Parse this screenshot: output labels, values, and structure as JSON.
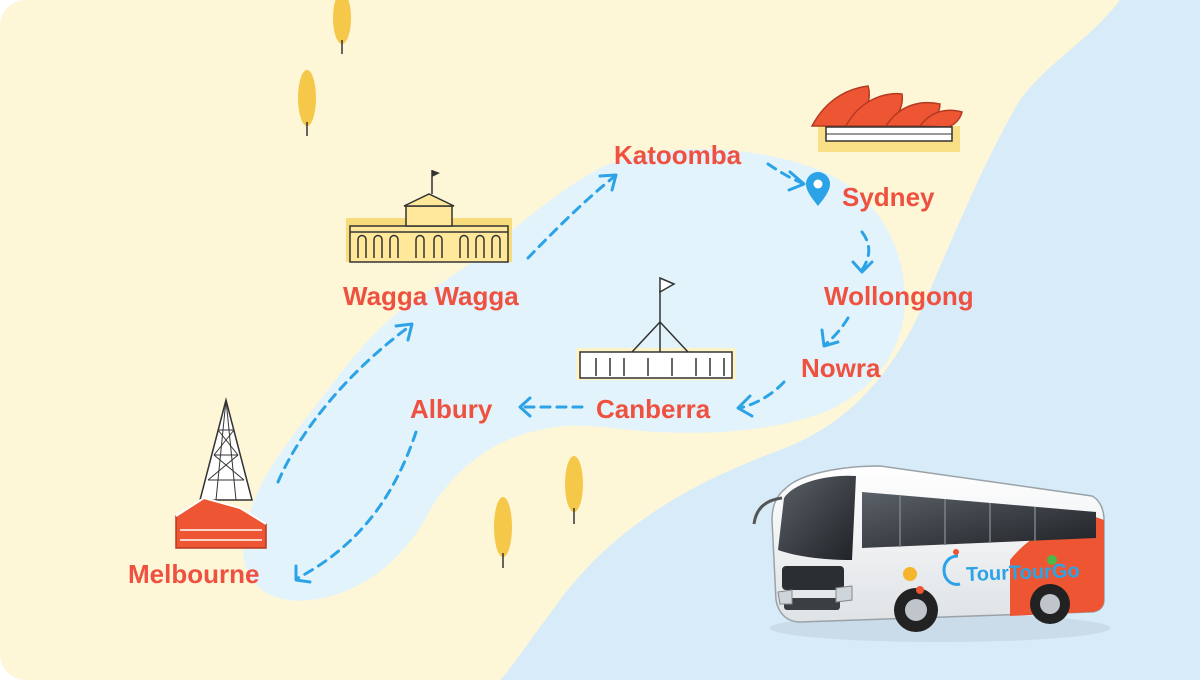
{
  "map": {
    "colors": {
      "land": "#fdf7d8",
      "sea": "#d7ebf8",
      "route_area": "#e3f3fb",
      "route": "#2ba3e6",
      "label": "#ef5140",
      "tree": "#f5c84a",
      "landmark_yellow": "#f8dc7c",
      "landmark_red": "#ee5532"
    },
    "cities": [
      {
        "id": "katoomba",
        "name": "Katoomba"
      },
      {
        "id": "sydney",
        "name": "Sydney"
      },
      {
        "id": "wagga",
        "name": "Wagga Wagga"
      },
      {
        "id": "wollongong",
        "name": "Wollongong"
      },
      {
        "id": "nowra",
        "name": "Nowra"
      },
      {
        "id": "albury",
        "name": "Albury"
      },
      {
        "id": "canberra",
        "name": "Canberra"
      },
      {
        "id": "melbourne",
        "name": "Melbourne"
      }
    ],
    "route_order": [
      "Melbourne",
      "Wagga Wagga",
      "Katoomba",
      "Sydney",
      "Wollongong",
      "Nowra",
      "Canberra",
      "Albury",
      "Melbourne"
    ],
    "icons": [
      "opera-house-icon",
      "parliament-house-icon",
      "capitol-building-icon",
      "arts-centre-spire-icon",
      "location-pin-icon",
      "tree-icon",
      "bus-icon"
    ],
    "bus": {
      "brand": "TourTourGo",
      "logo_dot_colors": [
        "#f5b52c",
        "#ee5532",
        "#2ba3e6",
        "#4cb848"
      ]
    }
  }
}
